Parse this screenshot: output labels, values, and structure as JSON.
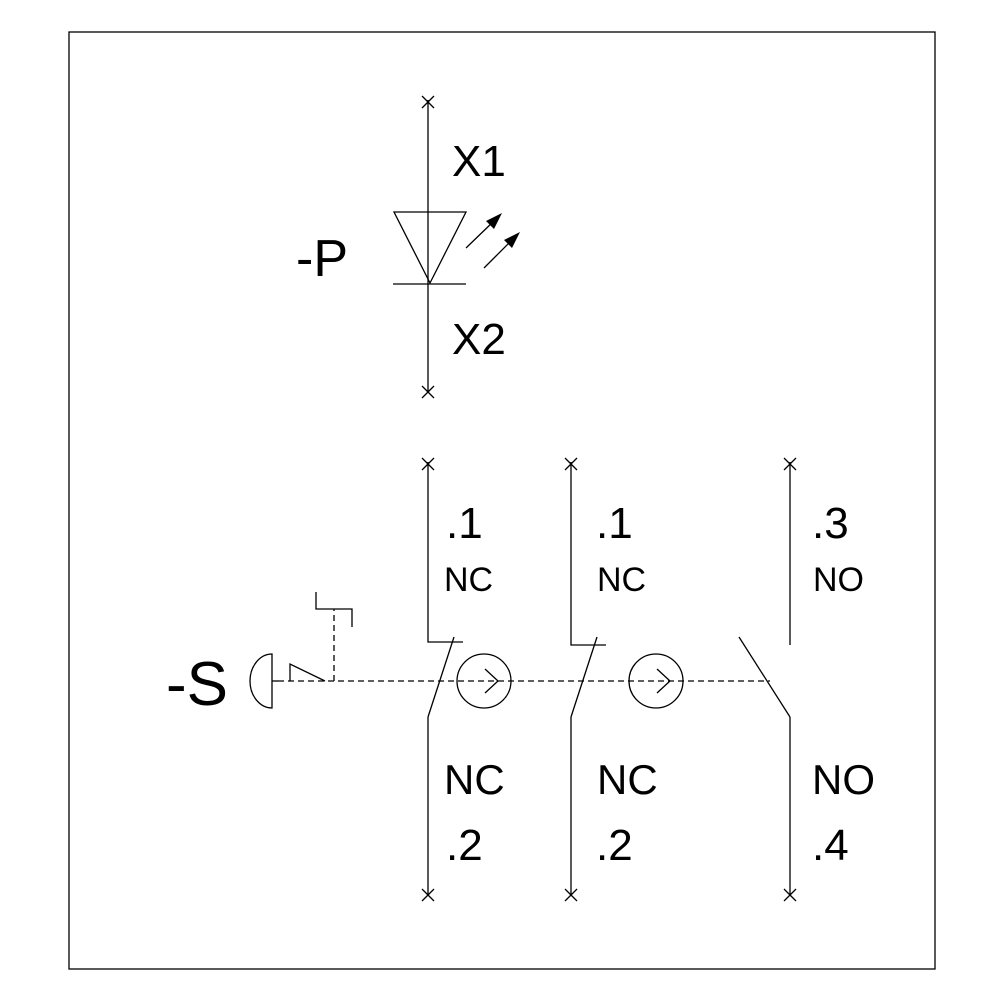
{
  "lamp": {
    "designation": "-P",
    "terminal_top": "X1",
    "terminal_bottom": "X2"
  },
  "switch": {
    "designation": "-S",
    "contacts": [
      {
        "top_number": ".1",
        "top_type": "NC",
        "bottom_type": "NC",
        "bottom_number": ".2"
      },
      {
        "top_number": ".1",
        "top_type": "NC",
        "bottom_type": "NC",
        "bottom_number": ".2"
      },
      {
        "top_number": ".3",
        "top_type": "NO",
        "bottom_type": "NO",
        "bottom_number": ".4"
      }
    ]
  }
}
